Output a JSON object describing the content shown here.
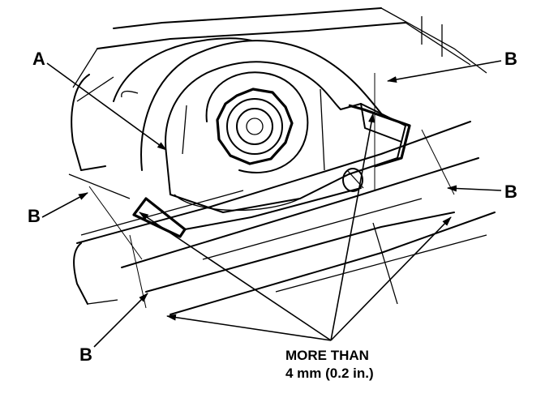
{
  "labels": {
    "a": "A",
    "b": "B"
  },
  "note": {
    "line1": "MORE THAN",
    "line2": "4 mm (0.2 in.)"
  }
}
